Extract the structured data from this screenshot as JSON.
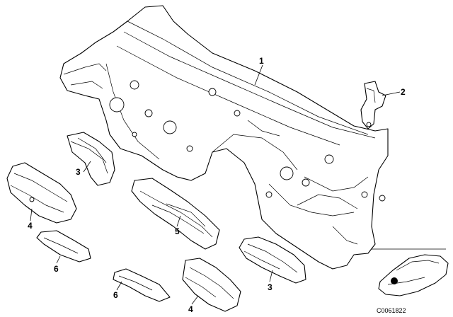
{
  "callouts": [
    {
      "id": "1",
      "label": "1"
    },
    {
      "id": "2",
      "label": "2"
    },
    {
      "id": "3a",
      "label": "3"
    },
    {
      "id": "4a",
      "label": "4"
    },
    {
      "id": "5",
      "label": "5"
    },
    {
      "id": "6a",
      "label": "6"
    },
    {
      "id": "3b",
      "label": "3"
    },
    {
      "id": "6b",
      "label": "6"
    },
    {
      "id": "4b",
      "label": "4"
    }
  ],
  "reference_code": "C0061822"
}
